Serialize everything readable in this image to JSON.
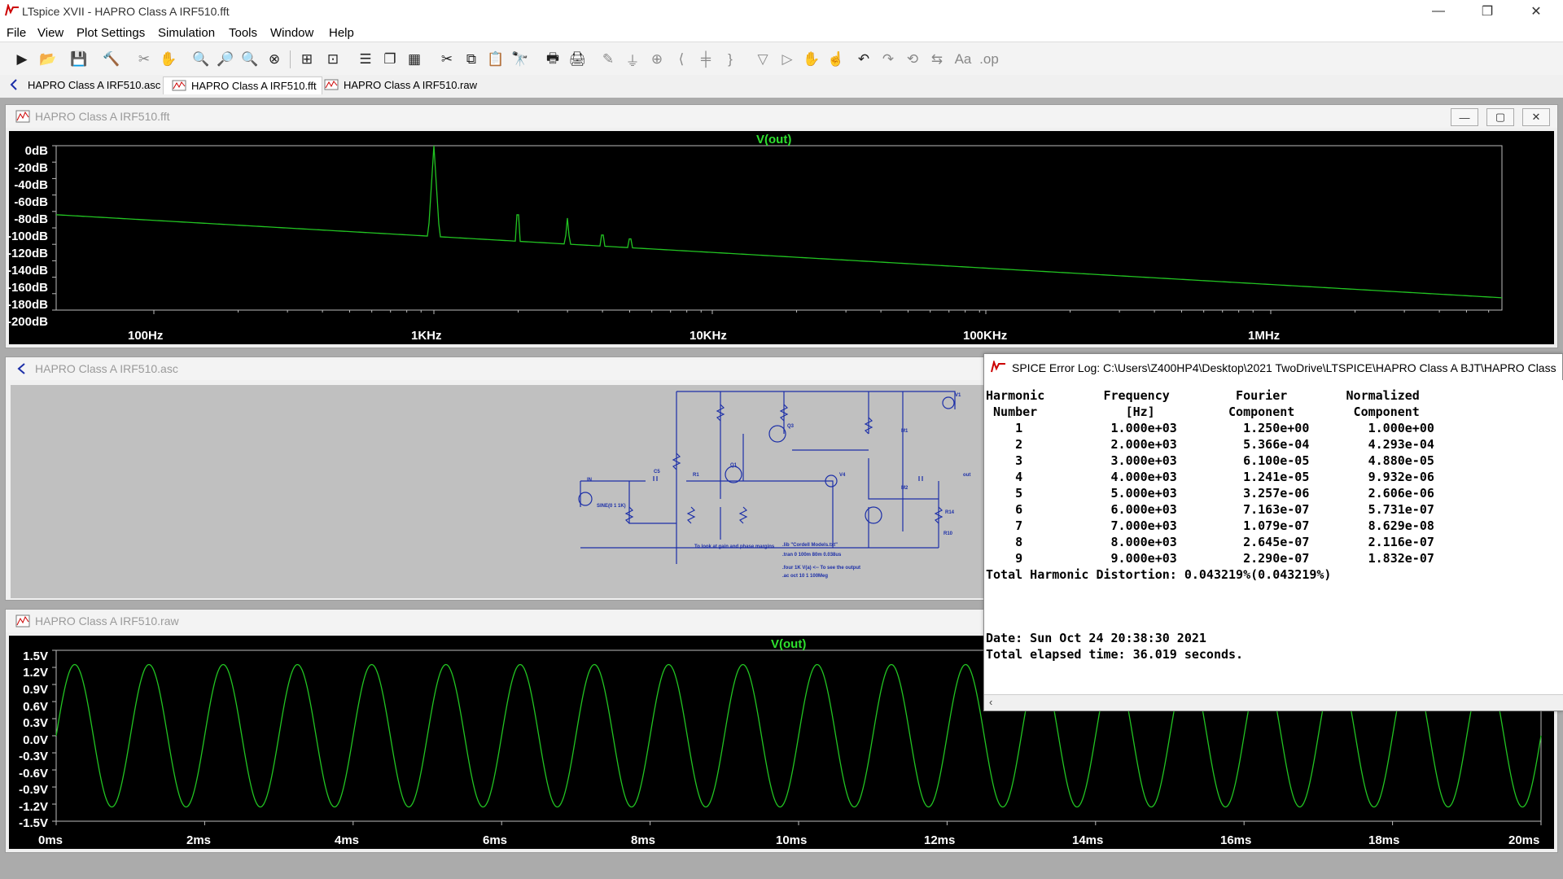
{
  "window": {
    "title": "LTspice XVII - HAPRO Class A IRF510.fft",
    "minimize": "—",
    "restore": "❐",
    "close": "✕"
  },
  "menu": [
    "File",
    "View",
    "Plot Settings",
    "Simulation",
    "Tools",
    "Window",
    "Help"
  ],
  "doc_tabs": [
    {
      "label": "HAPRO Class A IRF510.asc",
      "icon": "schematic-icon"
    },
    {
      "label": "HAPRO Class A IRF510.fft",
      "icon": "waveform-icon",
      "active": true
    },
    {
      "label": "HAPRO Class A IRF510.raw",
      "icon": "waveform-icon"
    }
  ],
  "fft_window": {
    "title": "HAPRO Class A IRF510.fft",
    "trace_label": "V(out)",
    "y_ticks": [
      "0dB",
      "-20dB",
      "-40dB",
      "-60dB",
      "-80dB",
      "-100dB",
      "-120dB",
      "-140dB",
      "-160dB",
      "-180dB",
      "-200dB"
    ],
    "x_ticks": [
      "100Hz",
      "1KHz",
      "10KHz",
      "100KHz",
      "1MHz"
    ]
  },
  "schematic_window": {
    "title": "HAPRO Class A IRF510.asc"
  },
  "raw_window": {
    "title": "HAPRO Class A IRF510.raw",
    "trace_label": "V(out)",
    "y_ticks": [
      "1.5V",
      "1.2V",
      "0.9V",
      "0.6V",
      "0.3V",
      "0.0V",
      "-0.3V",
      "-0.6V",
      "-0.9V",
      "-1.2V",
      "-1.5V"
    ],
    "x_ticks": [
      "0ms",
      "2ms",
      "4ms",
      "6ms",
      "8ms",
      "10ms",
      "12ms",
      "14ms",
      "16ms",
      "18ms",
      "20ms"
    ]
  },
  "error_log": {
    "title": "SPICE Error Log: C:\\Users\\Z400HP4\\Desktop\\2021 TwoDrive\\LTSPICE\\HAPRO Class A BJT\\HAPRO Class",
    "header_row1": "Harmonic        Frequency         Fourier        Normalized",
    "header_row2": " Number            [Hz]          Component        Component",
    "rows": [
      "    1            1.000e+03         1.250e+00        1.000e+00",
      "    2            2.000e+03         5.366e-04        4.293e-04",
      "    3            3.000e+03         6.100e-05        4.880e-05",
      "    4            4.000e+03         1.241e-05        9.932e-06",
      "    5            5.000e+03         3.257e-06        2.606e-06",
      "    6            6.000e+03         7.163e-07        5.731e-07",
      "    7            7.000e+03         1.079e-07        8.629e-08",
      "    8            8.000e+03         2.645e-07        2.116e-07",
      "    9            9.000e+03         2.290e-07        1.832e-07"
    ],
    "thd": "Total Harmonic Distortion: 0.043219%(0.043219%)",
    "date": "Date: Sun Oct 24 20:38:30 2021",
    "elapsed": "Total elapsed time: 36.019 seconds."
  },
  "colors": {
    "trace": "#22c422",
    "plot_bg": "#000000",
    "label_green": "#2ee02e",
    "schematic_wire": "#1c2fa8"
  }
}
